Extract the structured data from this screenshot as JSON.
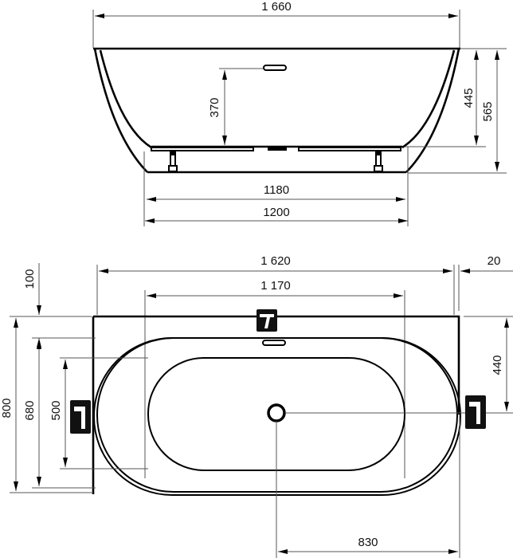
{
  "drawing": {
    "subject": "Bathtub dimension drawing",
    "side_view": {
      "overall_width": "1 660",
      "base_outer_width": "1200",
      "base_inner_width": "1180",
      "overflow_height": "370",
      "rim_height_inner": "445",
      "total_height": "565"
    },
    "top_view": {
      "overall_length": "1 620",
      "wall_gap": "20",
      "inner_length": "1 170",
      "rim_offset": "100",
      "overall_depth": "800",
      "basin_depth": "680",
      "inner_depth": "500",
      "drain_offset_from_wall": "440",
      "drain_offset_from_end": "830"
    },
    "icons": {
      "faucet_top": "faucet-icon",
      "faucet_left": "faucet-icon",
      "faucet_right": "faucet-icon",
      "drain": "drain-icon",
      "overflow": "overflow-icon"
    },
    "colors": {
      "outline": "#000000",
      "dimension_line": "#555555",
      "background": "#ffffff"
    }
  }
}
